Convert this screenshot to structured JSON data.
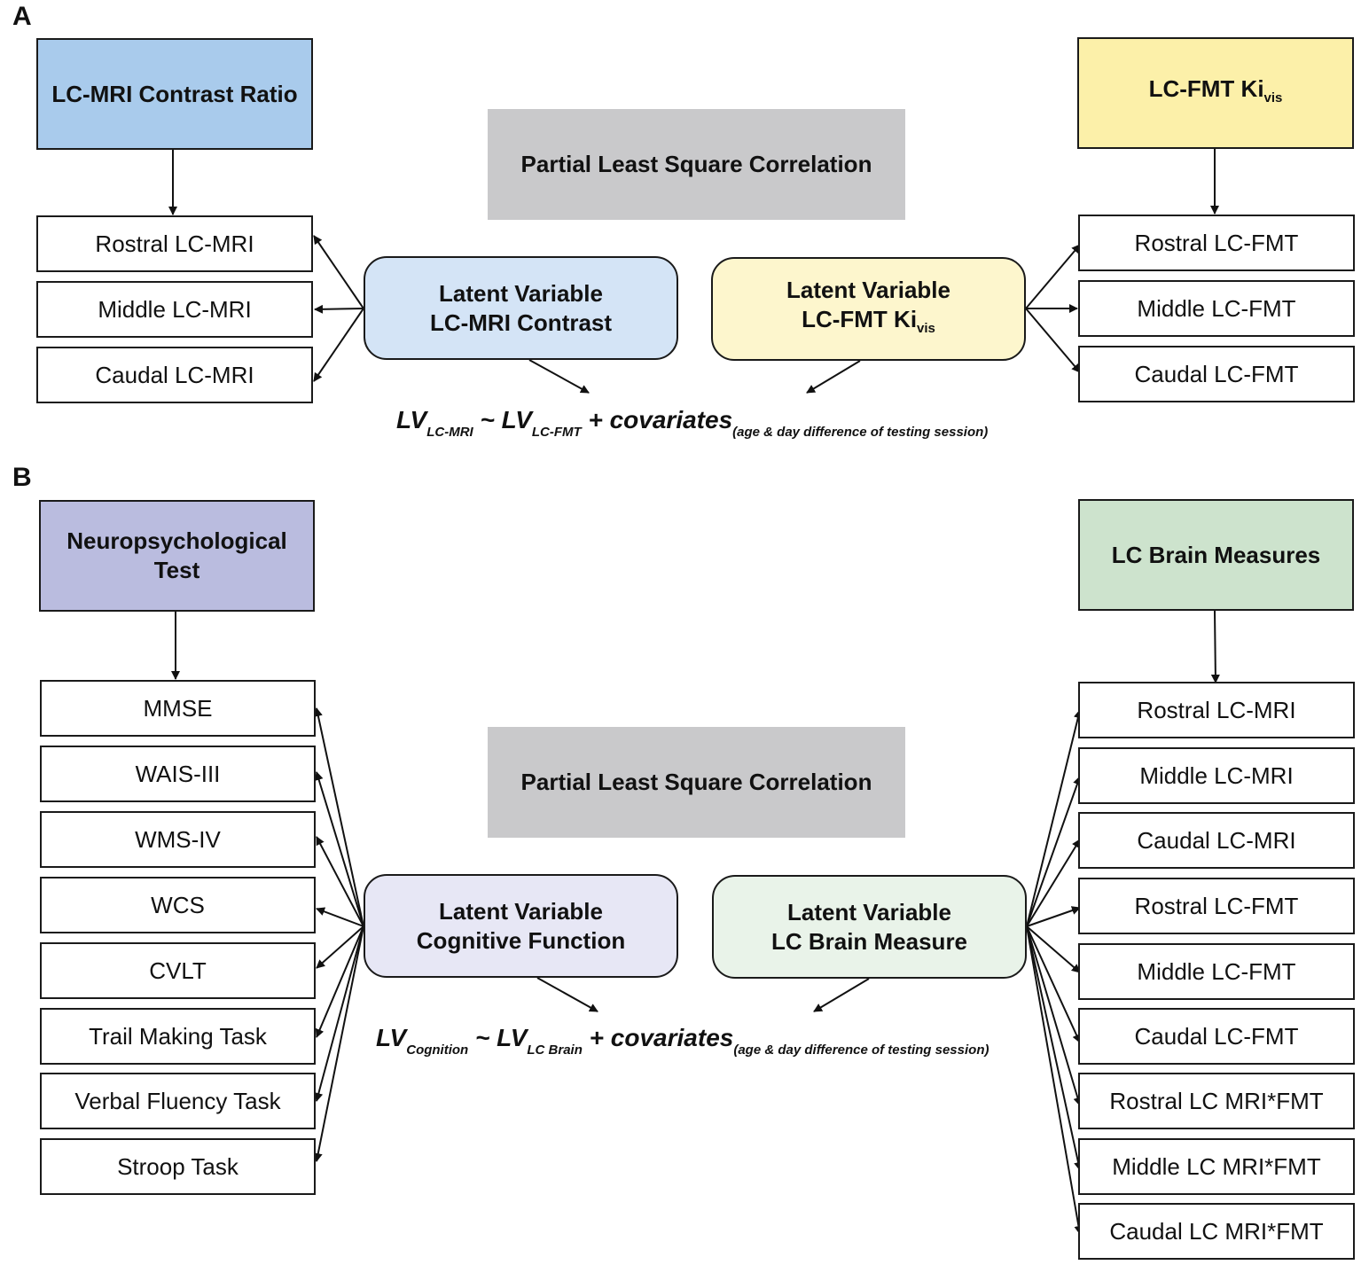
{
  "panelA": {
    "label": "A",
    "left_header": "LC-MRI Contrast Ratio",
    "right_header": {
      "main": "LC-FMT Ki",
      "sub": "vis"
    },
    "plsc": "Partial Least Square Correlation",
    "left_items": [
      "Rostral LC-MRI",
      "Middle LC-MRI",
      "Caudal LC-MRI"
    ],
    "right_items": [
      "Rostral LC-FMT",
      "Middle LC-FMT",
      "Caudal LC-FMT"
    ],
    "lv_left": {
      "line1": "Latent Variable",
      "line2": "LC-MRI Contrast"
    },
    "lv_right": {
      "line1": "Latent Variable",
      "line2_main": "LC-FMT Ki",
      "line2_sub": "vis"
    },
    "equation": {
      "lv1": "LV",
      "lv1_sub": "LC-MRI",
      "tilde": " ~ ",
      "lv2": "LV",
      "lv2_sub": "LC-FMT",
      "cov": " + covariates",
      "cov_sub": "(age & day difference of testing session)"
    }
  },
  "panelB": {
    "label": "B",
    "left_header": {
      "line1": "Neuropsychological",
      "line2": "Test"
    },
    "right_header": "LC Brain Measures",
    "plsc": "Partial Least Square Correlation",
    "left_items": [
      "MMSE",
      "WAIS-III",
      "WMS-IV",
      "WCS",
      "CVLT",
      "Trail Making Task",
      "Verbal Fluency Task",
      "Stroop Task"
    ],
    "right_items": [
      "Rostral LC-MRI",
      "Middle LC-MRI",
      "Caudal LC-MRI",
      "Rostral LC-FMT",
      "Middle LC-FMT",
      "Caudal LC-FMT",
      "Rostral LC MRI*FMT",
      "Middle LC MRI*FMT",
      "Caudal LC MRI*FMT"
    ],
    "lv_left": {
      "line1": "Latent Variable",
      "line2": "Cognitive Function"
    },
    "lv_right": {
      "line1": "Latent Variable",
      "line2": "LC Brain Measure"
    },
    "equation": {
      "lv1": "LV",
      "lv1_sub": "Cognition",
      "tilde": " ~ ",
      "lv2": "LV",
      "lv2_sub": "LC Brain",
      "cov": " + covariates",
      "cov_sub": "(age & day difference of testing session)"
    }
  },
  "colors": {
    "blue_header": "#a9cbec",
    "yellow_header": "#fcf0a9",
    "purple_header": "#babcdf",
    "green_header": "#cde3cd",
    "plsc_gray": "#c9c9cb",
    "lv_blue": "#d4e4f6",
    "lv_yellow": "#fdf6cd",
    "lv_purple": "#e7e7f5",
    "lv_green": "#e9f3e9"
  }
}
